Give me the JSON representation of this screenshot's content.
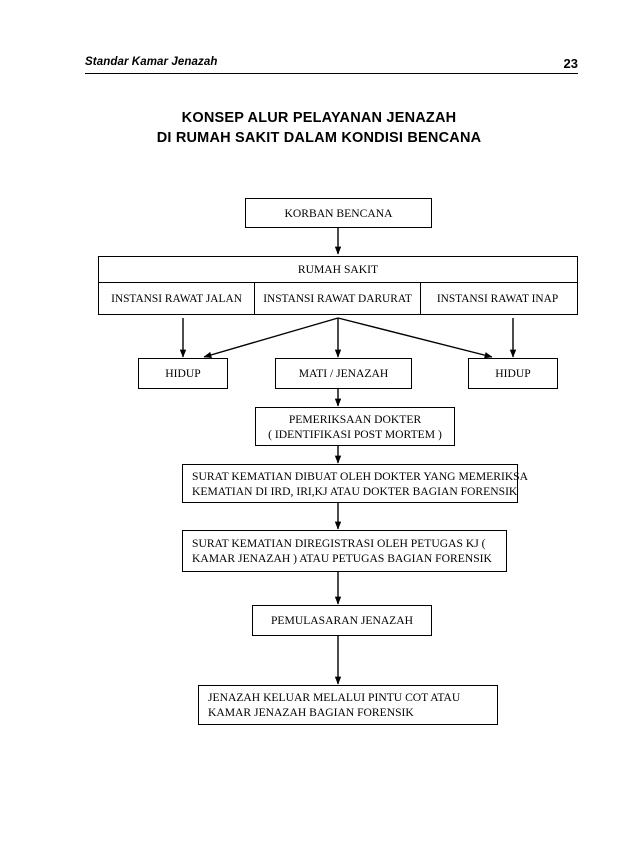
{
  "header": {
    "title": "Standar Kamar Jenazah",
    "page_number": "23"
  },
  "doc_title": {
    "line1": "KONSEP ALUR PELAYANAN JENAZAH",
    "line2": "DI RUMAH SAKIT DALAM KONDISI BENCANA"
  },
  "flowchart": {
    "korban": "KORBAN BENCANA",
    "rumah_sakit": {
      "header": "RUMAH SAKIT",
      "cells": [
        "INSTANSI RAWAT JALAN",
        "INSTANSI RAWAT DARURAT",
        "INSTANSI RAWAT INAP"
      ]
    },
    "hidup_left": "HIDUP",
    "mati": "MATI / JENAZAH",
    "hidup_right": "HIDUP",
    "pemeriksaan": {
      "line1": "PEMERIKSAAN DOKTER",
      "line2": "( IDENTIFIKASI POST MORTEM )"
    },
    "surat_kematian": {
      "line1": "SURAT KEMATIAN DIBUAT OLEH DOKTER YANG MEMERIKSA",
      "line2": "KEMATIAN DI IRD, IRI,KJ ATAU DOKTER BAGIAN FORENSIK"
    },
    "registrasi": {
      "line1": "SURAT KEMATIAN DIREGISTRASI OLEH PETUGAS KJ (",
      "line2": "KAMAR JENAZAH ) ATAU PETUGAS BAGIAN FORENSIK"
    },
    "pemulasaran": "PEMULASARAN JENAZAH",
    "keluar": {
      "line1": "JENAZAH KELUAR MELALUI PINTU COT ATAU",
      "line2": "KAMAR JENAZAH BAGIAN FORENSIK"
    }
  },
  "colors": {
    "ink": "#000000",
    "paper": "#ffffff"
  }
}
